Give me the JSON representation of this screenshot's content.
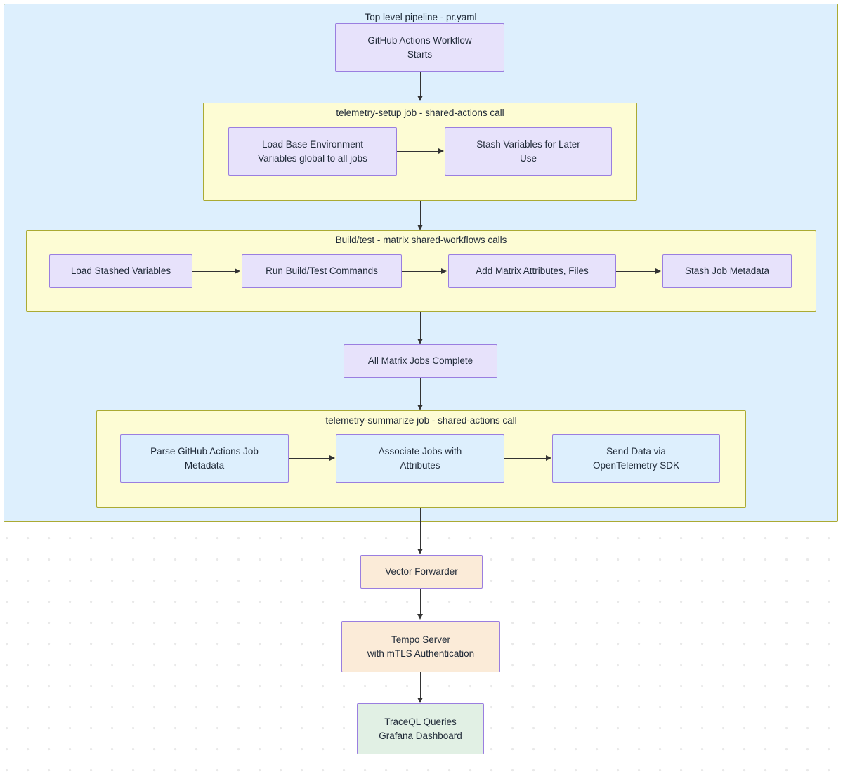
{
  "diagram": {
    "title": "CI/CD telemetry pipeline flowchart",
    "colors": {
      "subgraph_blue_fill": "#ddeffd",
      "subgraph_yellow_fill": "#fdfcd4",
      "subgraph_border": "#aaaa33",
      "node_lavender_fill": "#e7e2fb",
      "node_skyblue_fill": "#ddeffd",
      "node_peach_fill": "#fbebd8",
      "node_mint_fill": "#e1f0e4",
      "node_border": "#9a7ee0",
      "edge_color": "#333333",
      "dot_grid_color": "#e9e9e9"
    },
    "subgraphs": {
      "top_level": {
        "title": "Top level pipeline - pr.yaml"
      },
      "telemetry_setup": {
        "title": "telemetry-setup job - shared-actions call"
      },
      "build_test": {
        "title": "Build/test - matrix shared-workflows calls"
      },
      "telemetry_summarize": {
        "title": "telemetry-summarize job - shared-actions call"
      }
    },
    "nodes": {
      "workflow_start": {
        "line1": "GitHub Actions Workflow",
        "line2": "Starts"
      },
      "load_base_env": {
        "line1": "Load Base Environment",
        "line2": "Variables global to all jobs"
      },
      "stash_vars": {
        "line1": "Stash Variables for Later",
        "line2": "Use"
      },
      "load_stashed_vars": {
        "line1": "Load Stashed Variables"
      },
      "run_build_test": {
        "line1": "Run Build/Test Commands"
      },
      "add_matrix_attrs": {
        "line1": "Add Matrix Attributes, Files"
      },
      "stash_job_metadata": {
        "line1": "Stash Job Metadata"
      },
      "all_matrix_complete": {
        "line1": "All Matrix Jobs Complete"
      },
      "parse_job_metadata": {
        "line1": "Parse GitHub Actions Job",
        "line2": "Metadata"
      },
      "associate_jobs": {
        "line1": "Associate Jobs with",
        "line2": "Attributes"
      },
      "send_data_otel": {
        "line1": "Send Data via",
        "line2": "OpenTelemetry SDK"
      },
      "vector_forwarder": {
        "line1": "Vector Forwarder"
      },
      "tempo_server": {
        "line1": "Tempo Server",
        "line2": "with mTLS Authentication"
      },
      "traceql_grafana": {
        "line1": "TraceQL Queries",
        "line2": "Grafana Dashboard"
      }
    }
  }
}
